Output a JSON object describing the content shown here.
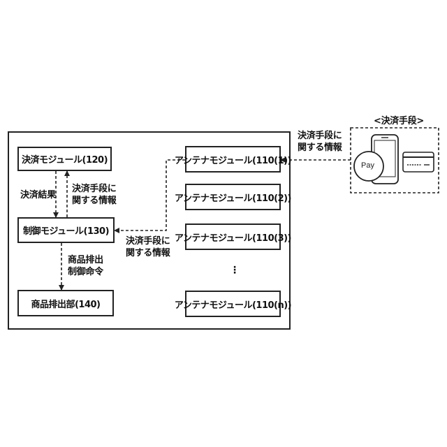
{
  "payment_means_group_label": "<決済手段>",
  "modules": {
    "payment_module": "決済モジュール(120)",
    "control_module": "制御モジュール(130)",
    "dispense_unit": "商品排出部(140)",
    "antenna_1": "アンテナモジュール(110(1))",
    "antenna_2": "アンテナモジュール(110(2))",
    "antenna_3": "アンテナモジュール(110(3))",
    "antenna_n": "アンテナモジュール(110(n))",
    "ellipsis": "⋮"
  },
  "arrow_labels": {
    "payment_result": "決済結果",
    "payment_info_line1": "決済手段に",
    "payment_info_line2": "関する情報",
    "dispense_cmd_line1": "商品排出",
    "dispense_cmd_line2": "制御命令",
    "antenna_to_control_line1": "決済手段に",
    "antenna_to_control_line2": "関する情報",
    "external_line1": "決済手段に",
    "external_line2": "関する情報"
  },
  "payment_device": {
    "pay_badge": "Pay",
    "icons": [
      "smartphone-icon",
      "credit-card-icon"
    ]
  }
}
